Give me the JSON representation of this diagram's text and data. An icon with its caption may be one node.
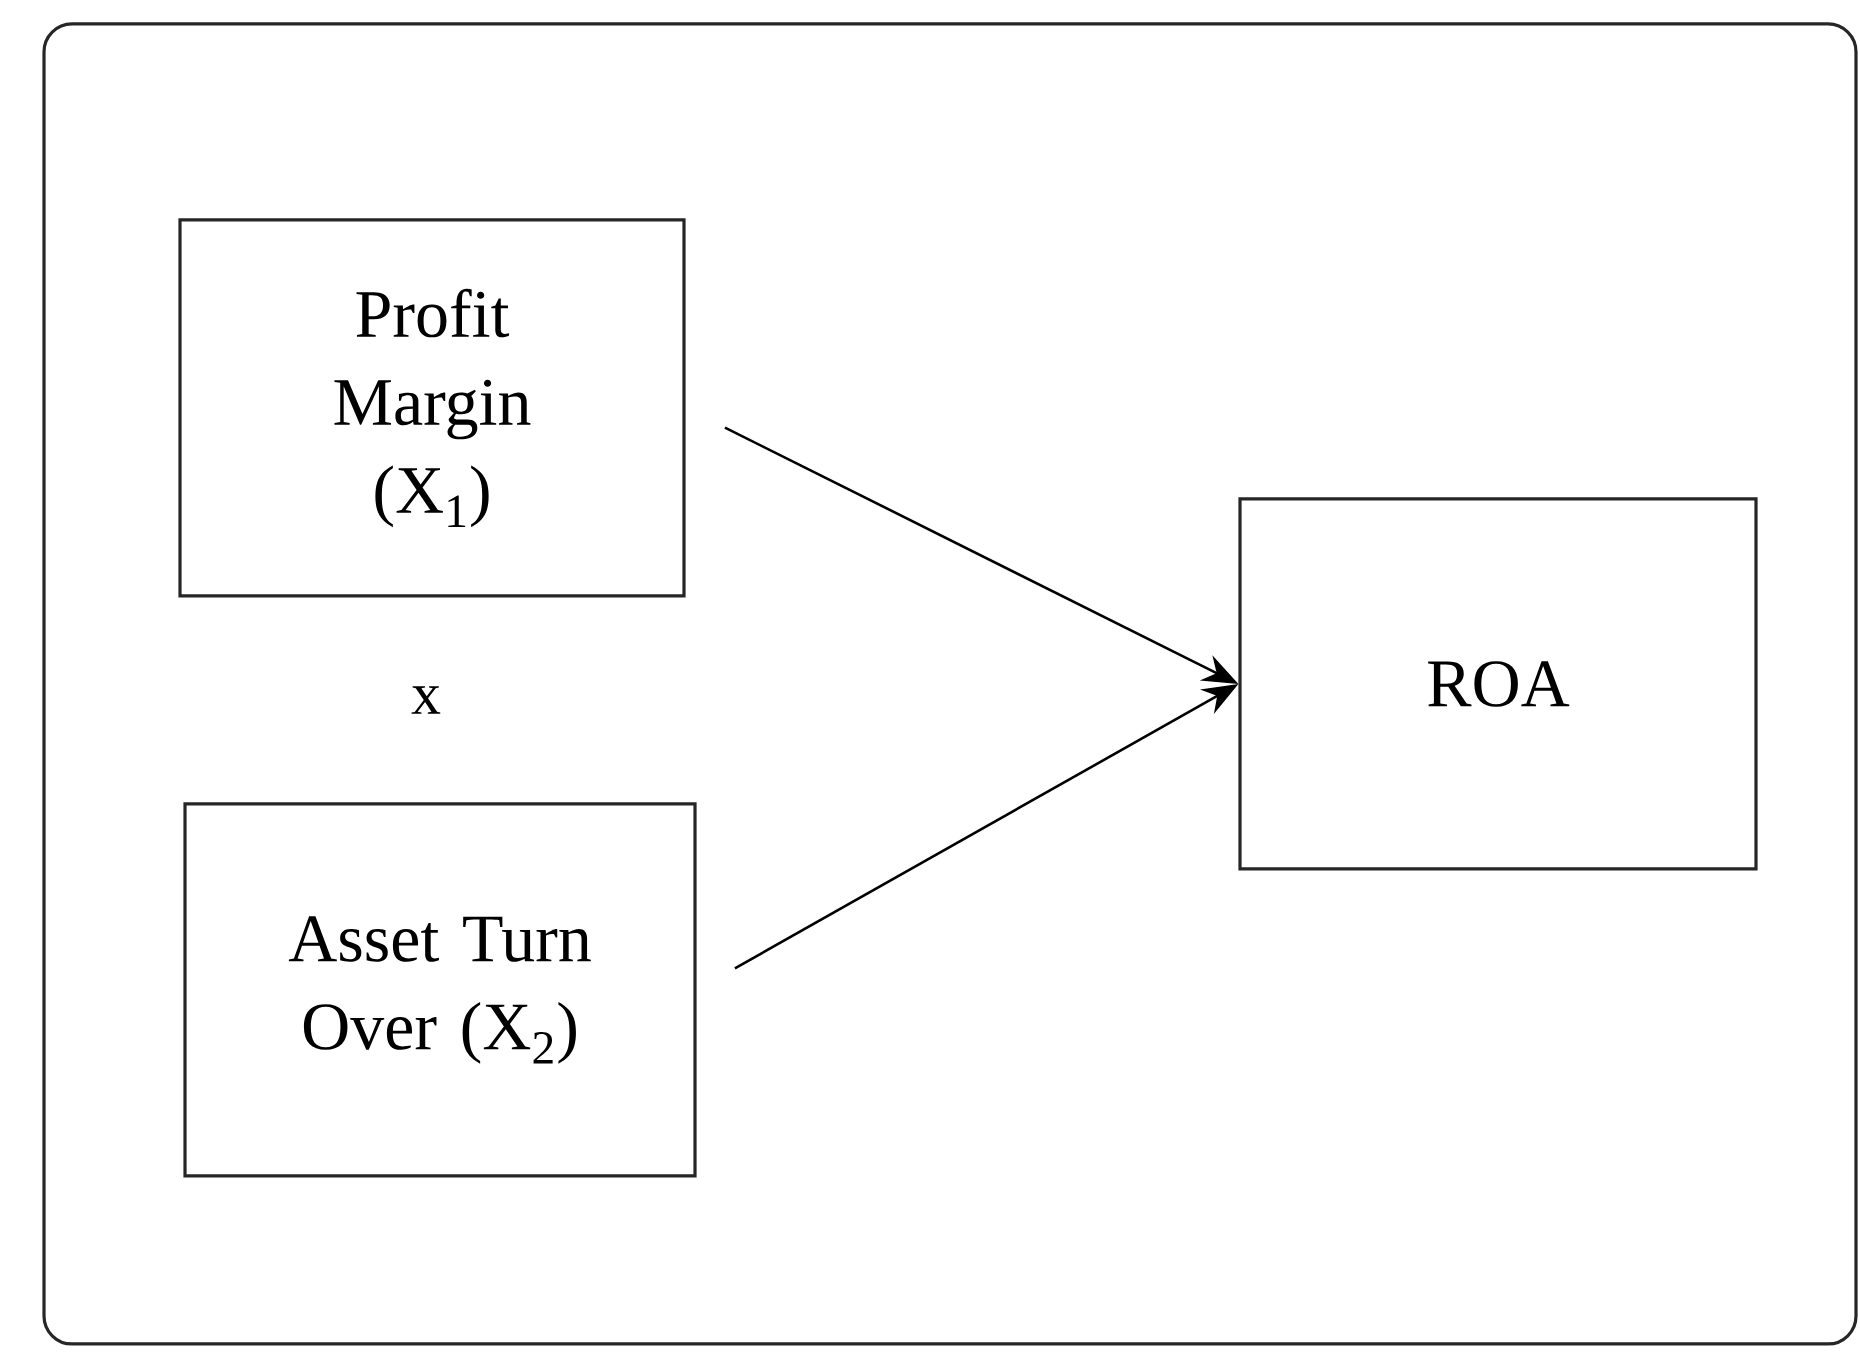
{
  "diagram": {
    "nodes": [
      {
        "text": [],
        "shape": "box"
      },
      {
        "text": [
          "Profit Margin (X$_{1}$)"
        ],
        "in": 0
      },
      {
        "text": [
          "Asset Turn Over (X$_{2}$)"
        ],
        "in": 0
      },
      {
        "text": [
          "ROA"
        ],
        "in": 0
      }
    ],
    "edges": [
      {
        "from": 1,
        "to": 3,
        "arrow": "to"
      },
      {
        "from": 2,
        "to": 3,
        "arrow": "to"
      }
    ],
    "labels": [
      "x"
    ]
  }
}
